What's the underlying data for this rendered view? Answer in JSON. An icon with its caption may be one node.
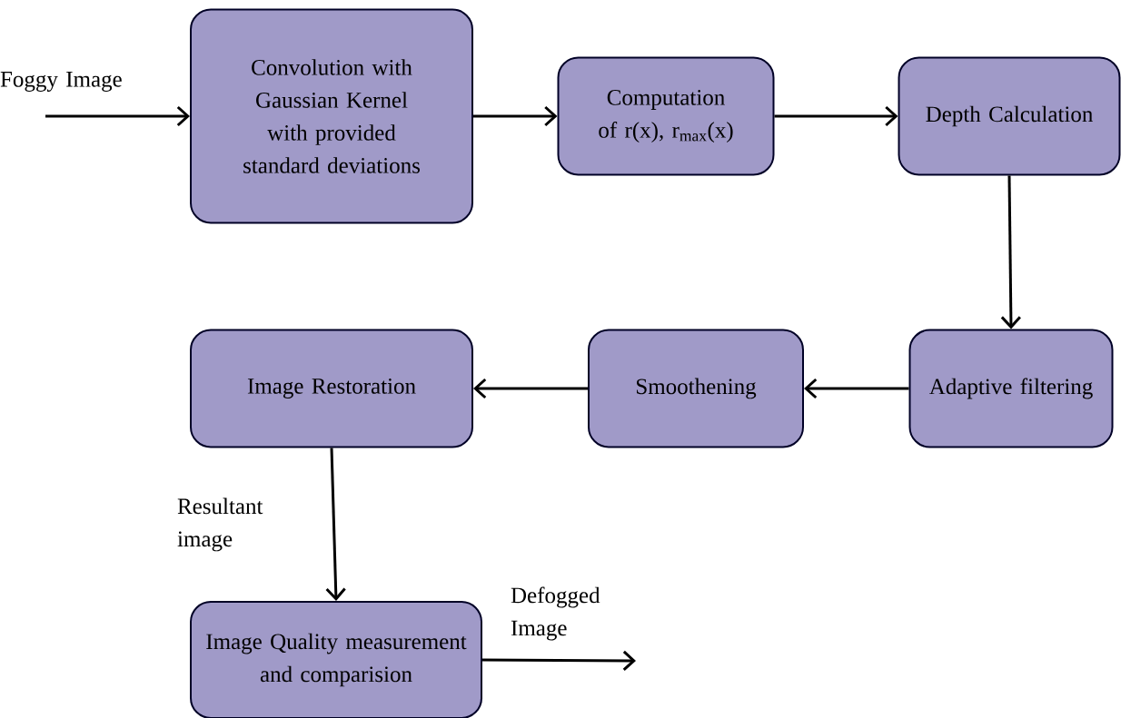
{
  "diagram": {
    "nodes": [
      {
        "text": [
          "Convolution with Gaussian Kernel with provided standard deviations"
        ]
      },
      {
        "text": [
          "Computation of r(x), r$_{max}$(x)"
        ]
      },
      {
        "text": [
          "Depth Calculation"
        ]
      },
      {
        "text": [
          "Adaptive filtering"
        ]
      },
      {
        "text": [
          "Smoothening"
        ]
      },
      {
        "text": [
          "Image Restoration"
        ]
      },
      {
        "text": [
          "Image Quality measurement and comparision"
        ]
      }
    ],
    "edges": [
      {
        "from": null,
        "to": 0,
        "arrow": "to",
        "label": "Foggy Image"
      },
      {
        "from": 0,
        "to": 1,
        "arrow": "to"
      },
      {
        "from": 1,
        "to": 2,
        "arrow": "to"
      },
      {
        "from": 2,
        "to": 3,
        "arrow": "to"
      },
      {
        "from": 3,
        "to": 4,
        "arrow": "to"
      },
      {
        "from": 4,
        "to": 5,
        "arrow": "to"
      },
      {
        "from": 5,
        "to": 6,
        "arrow": "to",
        "label": "Resultant image"
      },
      {
        "from": 6,
        "to": null,
        "arrow": "to",
        "label": "Defogged Image"
      }
    ]
  }
}
